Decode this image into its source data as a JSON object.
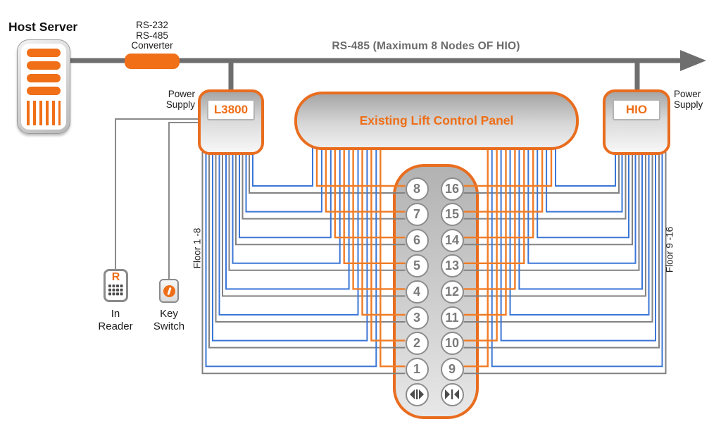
{
  "host_server": {
    "label": "Host Server"
  },
  "converter": {
    "lines": [
      "RS-232",
      "RS-485",
      "Converter"
    ]
  },
  "bus": {
    "label": "RS-485 (Maximum 8 Nodes OF HIO)"
  },
  "l3800": {
    "label": "L3800"
  },
  "hio": {
    "label": "HIO"
  },
  "existing_panel": {
    "label": "Existing Lift Control Panel"
  },
  "power_supply_left": {
    "lines": [
      "Power",
      "Supply"
    ]
  },
  "power_supply_right": {
    "lines": [
      "Power",
      "Supply"
    ]
  },
  "floor_left": {
    "label": "Floor 1 -8"
  },
  "floor_right": {
    "label": "Floor 9 -16"
  },
  "in_reader": {
    "icon_letter": "R",
    "lines": [
      "In",
      "Reader"
    ]
  },
  "key_switch": {
    "lines": [
      "Key",
      "Switch"
    ]
  },
  "panel_buttons": {
    "left": [
      "8",
      "7",
      "6",
      "5",
      "4",
      "3",
      "2",
      "1"
    ],
    "right": [
      "16",
      "15",
      "14",
      "13",
      "12",
      "11",
      "10",
      "9"
    ],
    "door_buttons": [
      "door-open",
      "door-close"
    ]
  },
  "colors": {
    "accent_orange": "#e96d1f",
    "fill_orange": "#f06f17",
    "wire_orange": "#f07c26",
    "wire_blue": "#3b76d6",
    "wire_gray": "#828282",
    "bus_gray": "#6e6e6e",
    "button_gray": "#4c4c4c"
  }
}
